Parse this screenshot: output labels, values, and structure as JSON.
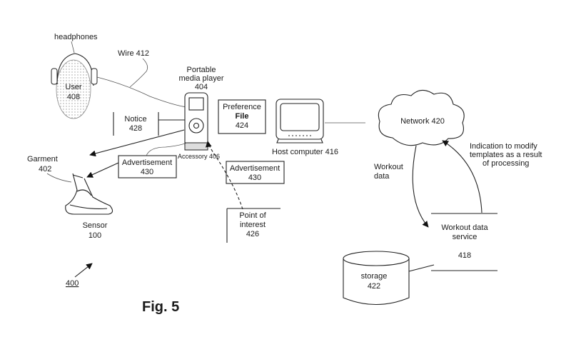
{
  "figure": {
    "caption": "Fig. 5",
    "ref": "400",
    "headphones": "headphones",
    "user": [
      "User",
      "408"
    ],
    "wire": "Wire 412",
    "player": [
      "Portable",
      "media player",
      "404"
    ],
    "accessory": "Accessory 406",
    "notice": [
      "Notice",
      "428"
    ],
    "preference": [
      "Preference",
      "File",
      "424"
    ],
    "host": "Host computer 416",
    "network": "Network 420",
    "garment": [
      "Garment",
      "402"
    ],
    "ad_left": [
      "Advertisement",
      "430"
    ],
    "ad_right": [
      "Advertisement",
      "430"
    ],
    "poi": [
      "Point of",
      "interest",
      "426"
    ],
    "sensor": [
      "Sensor",
      "100"
    ],
    "workout_data": [
      "Workout",
      "data"
    ],
    "indication": [
      "Indication to modify",
      "templates as a result",
      "of processing"
    ],
    "service": [
      "Workout data",
      "service"
    ],
    "service_num": "418",
    "storage": [
      "storage",
      "422"
    ]
  }
}
